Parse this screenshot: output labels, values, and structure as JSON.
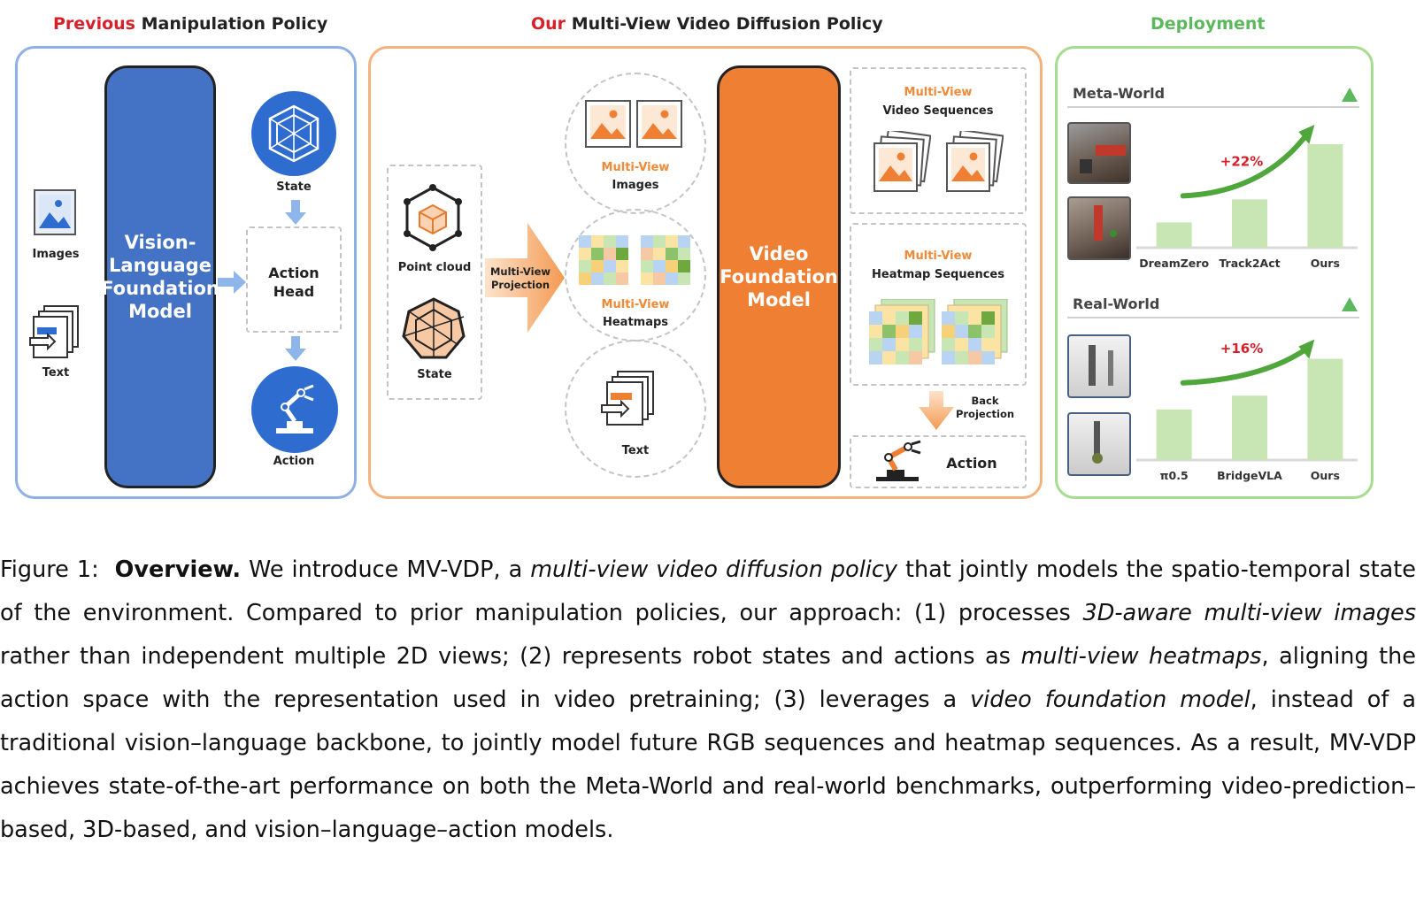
{
  "sections": {
    "previous": {
      "prefix": "Previous",
      "rest": "Manipulation Policy"
    },
    "ours": {
      "prefix": "Our",
      "rest": "Multi-View Video Diffusion Policy"
    },
    "deployment": {
      "title": "Deployment"
    }
  },
  "left": {
    "images_label": "Images",
    "text_label": "Text",
    "vlm_label": "Vision-Language Foundation Model",
    "state_label": "State",
    "action_head_label": "Action Head",
    "action_label": "Action"
  },
  "middle": {
    "point_cloud_label": "Point cloud",
    "state_label": "State",
    "projection_label": "Multi-View Projection",
    "mv_images_top": "Multi-View",
    "mv_images_bottom": "Images",
    "mv_heatmaps_top": "Multi-View",
    "mv_heatmaps_bottom": "Heatmaps",
    "text_label": "Text",
    "vfm_label": "Video Foundation Model",
    "video_seq_top": "Multi-View",
    "video_seq_bottom": "Video Sequences",
    "heatmap_seq_top": "Multi-View",
    "heatmap_seq_bottom": "Heatmap Sequences",
    "back_projection_label": "Back Projection",
    "action_label": "Action"
  },
  "deployment": {
    "charts": [
      {
        "title": "Meta-World",
        "improvement": "+22%",
        "chart_data": {
          "type": "bar",
          "categories": [
            "DreamZero",
            "Track2Act",
            "Ours"
          ],
          "values": [
            22,
            42,
            90
          ],
          "ylim": [
            0,
            100
          ]
        }
      },
      {
        "title": "Real-World",
        "improvement": "+16%",
        "chart_data": {
          "type": "bar",
          "categories": [
            "π0.5",
            "BridgeVLA",
            "Ours"
          ],
          "values": [
            44,
            56,
            88
          ],
          "ylim": [
            0,
            100
          ]
        }
      }
    ],
    "bar_color": "#c8e6b4",
    "arrow_color": "#4fa63a"
  },
  "caption": {
    "fig_label": "Figure 1:",
    "bold_lead": "Overview.",
    "t1": " We introduce MV-VDP, a ",
    "i1": "multi-view video diffusion policy",
    "t2": " that jointly models the spatio-temporal state of the environment. Compared to prior manipulation policies, our approach: (1) processes ",
    "i2": "3D-aware multi-view images",
    "t3": " rather than independent multiple 2D views; (2) represents robot states and actions as ",
    "i3": "multi-view heatmaps",
    "t4": ", aligning the action space with the representation used in video pretraining; (3) leverages a ",
    "i4": "video foundation model",
    "t5": ", instead of a traditional vision–language backbone, to jointly model future RGB sequences and heatmap sequences. As a result, MV-VDP achieves state-of-the-art performance on both the Meta-World and real-world benchmarks, outperforming video-prediction–based, 3D-based, and vision–language–action models."
  },
  "colors": {
    "blue_accent": "#4472c4",
    "orange_accent": "#ef7f32",
    "green_accent": "#5cb85c",
    "red_highlight": "#d8202a"
  }
}
